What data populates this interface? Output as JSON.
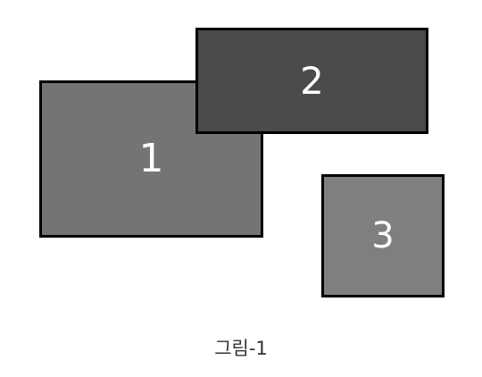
{
  "boxes": [
    {
      "label": "1",
      "fill": "#747474"
    },
    {
      "label": "2",
      "fill": "#4b4b4b"
    },
    {
      "label": "3",
      "fill": "#7f7f7f"
    }
  ],
  "caption": "그림-1",
  "colors": {
    "border": "#000000",
    "label_text": "#ffffff",
    "caption_text": "#333333",
    "background": "#ffffff"
  }
}
